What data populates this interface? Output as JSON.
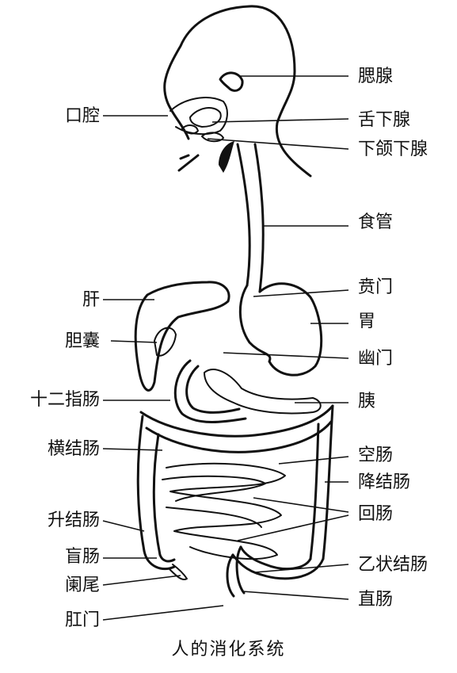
{
  "labels_left": {
    "mouth": "口腔",
    "liver": "肝",
    "gallbladder": "胆囊",
    "duodenum": "十二指肠",
    "transverse_colon": "横结肠",
    "ascending_colon": "升结肠",
    "cecum": "盲肠",
    "appendix": "阑尾",
    "anus": "肛门"
  },
  "labels_right": {
    "parotid": "腮腺",
    "sublingual": "舌下腺",
    "submandibular": "下颌下腺",
    "esophagus": "食管",
    "cardia": "贲门",
    "stomach": "胃",
    "pylorus": "幽门",
    "pancreas": "胰",
    "jejunum": "空肠",
    "descending_colon": "降结肠",
    "ileum": "回肠",
    "sigmoid_colon": "乙状结肠",
    "rectum": "直肠"
  },
  "caption": "人的消化系统"
}
